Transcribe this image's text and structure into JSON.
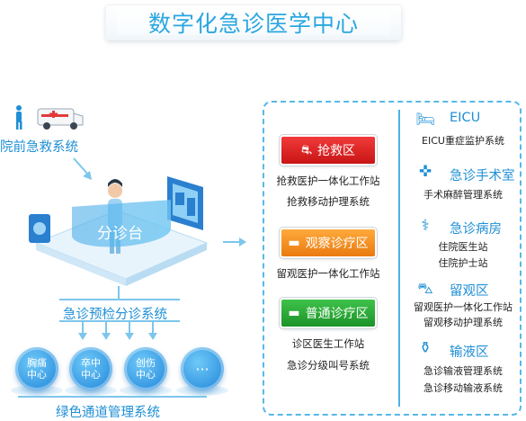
{
  "title": "数字化急诊医学中心",
  "left": {
    "prehospital": "院前急救系统",
    "triage_desk": "分诊台",
    "pretriage_system": "急诊预检分诊系统",
    "centers": [
      {
        "line1": "胸痛",
        "line2": "中心"
      },
      {
        "line1": "卒中",
        "line2": "中心"
      },
      {
        "line1": "创伤",
        "line2": "中心"
      },
      {
        "line1": "···",
        "line2": ""
      }
    ],
    "green_channel": "绿色通道管理系统"
  },
  "middle": {
    "rescue": {
      "label": "抢救区",
      "systems": [
        "抢救医护一体化工作站",
        "抢救移动护理系统"
      ]
    },
    "observation": {
      "label": "观察诊疗区",
      "systems": [
        "留观医护一体化工作站"
      ]
    },
    "general": {
      "label": "普通诊疗区",
      "systems": [
        "诊区医生工作站",
        "急诊分级叫号系统"
      ]
    }
  },
  "right": {
    "eicu": {
      "label": "EICU",
      "systems": [
        "EICU重症监护系统"
      ]
    },
    "surgery": {
      "label": "急诊手术室",
      "systems": [
        "手术麻醉管理系统"
      ]
    },
    "ward": {
      "label": "急诊病房",
      "systems": [
        "住院医生站",
        "住院护士站"
      ]
    },
    "obs_zone": {
      "label": "留观区",
      "systems": [
        "留观医护一体化工作站",
        "留观移动护理系统"
      ]
    },
    "infusion": {
      "label": "输液区",
      "systems": [
        "急诊输液管理系统",
        "急诊移动输液系统"
      ]
    }
  },
  "colors": {
    "accent": "#1f8fd6",
    "rescue": "#d81e1e",
    "observation": "#f08a1e",
    "general": "#27a535",
    "panel_border": "#58b8e8"
  }
}
